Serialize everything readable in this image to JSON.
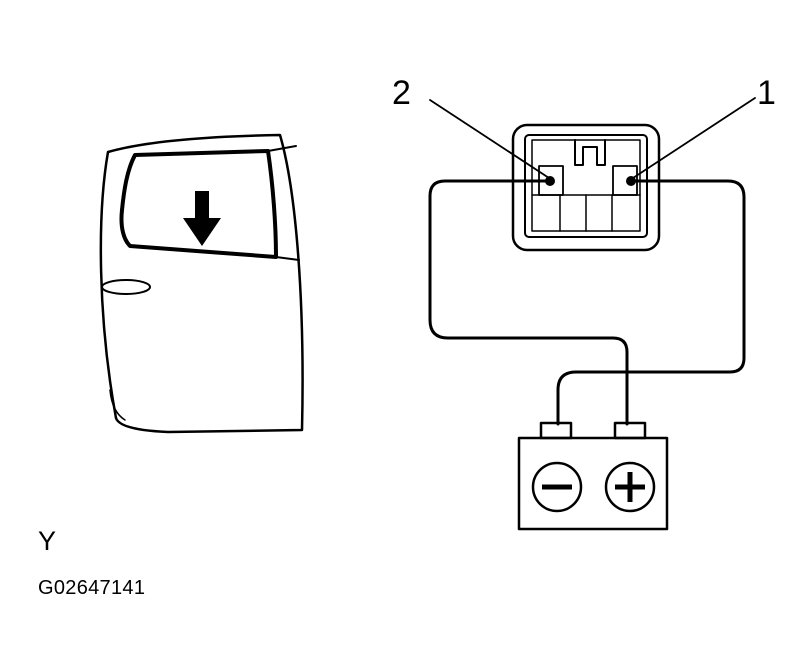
{
  "labels": {
    "terminal_2": "2",
    "terminal_1": "1",
    "view": "Y",
    "figure_code": "G02647141"
  },
  "battery": {
    "negative_symbol": "minus",
    "positive_symbol": "plus"
  },
  "colors": {
    "line": "#000000",
    "background": "#ffffff"
  }
}
